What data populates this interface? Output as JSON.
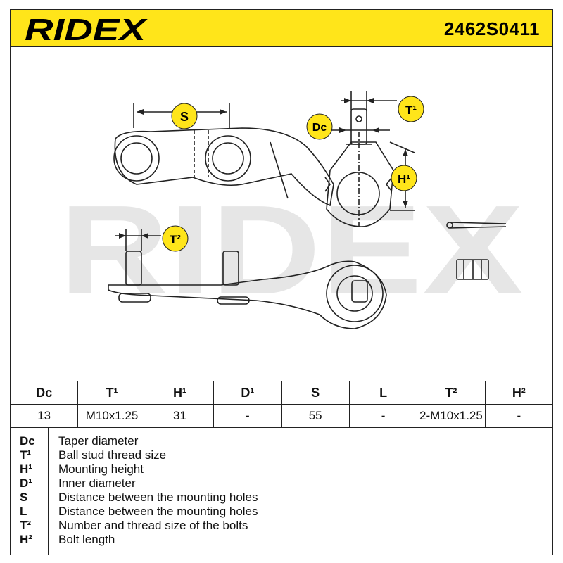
{
  "header": {
    "brand": "RIDEX",
    "part_number": "2462S0411"
  },
  "drawing": {
    "watermark": "RIDEX",
    "dimension_tags": {
      "s": "S",
      "dc": "Dc",
      "t1": "T¹",
      "h1": "H¹",
      "t2": "T²"
    }
  },
  "specs": {
    "headers": [
      "Dc",
      "T¹",
      "H¹",
      "D¹",
      "S",
      "L",
      "T²",
      "H²"
    ],
    "values": [
      "13",
      "M10x1.25",
      "31",
      "-",
      "55",
      "-",
      "2-M10x1.25",
      "-"
    ]
  },
  "legend": [
    {
      "code": "Dc",
      "text": "Taper diameter"
    },
    {
      "code": "T¹",
      "text": "Ball stud thread size"
    },
    {
      "code": "H¹",
      "text": "Mounting height"
    },
    {
      "code": "D¹",
      "text": "Inner diameter"
    },
    {
      "code": "S",
      "text": "Distance between the mounting holes"
    },
    {
      "code": "L",
      "text": "Distance between the mounting holes"
    },
    {
      "code": "T²",
      "text": "Number and thread size of the bolts"
    },
    {
      "code": "H²",
      "text": "Bolt length"
    }
  ],
  "colors": {
    "header_bg": "#ffe51a",
    "line": "#222222",
    "watermark": "#e6e6e6"
  }
}
